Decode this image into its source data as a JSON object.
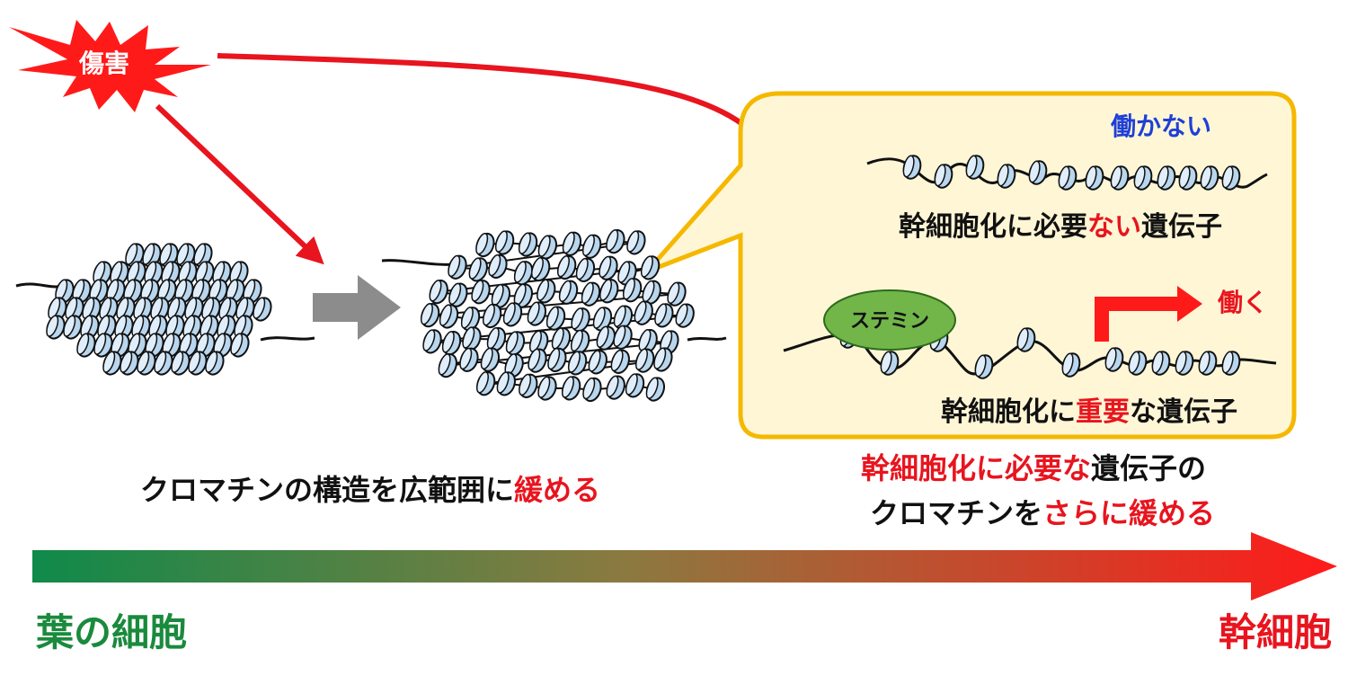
{
  "damage": {
    "label": "傷害"
  },
  "stemin": {
    "label": "ステミン"
  },
  "not_working": {
    "label": "働かない"
  },
  "working": {
    "label": "働く"
  },
  "gene_unneeded": {
    "part1": "幹細胞化に必要",
    "part2": "ない",
    "part3": "遺伝子"
  },
  "gene_important": {
    "part1": "幹細胞化に",
    "part2": "重要",
    "part3": "な遺伝子"
  },
  "loosen_wide": {
    "part1": "クロマチンの構造を広範囲に",
    "part2": "緩める"
  },
  "loosen_more": {
    "line1_part1": "幹細胞化に必要な",
    "line1_part2": "遺伝子の",
    "line2_part1": "クロマチンを",
    "line2_part2": "さらに緩める"
  },
  "axis": {
    "start_label": "葉の細胞",
    "end_label": "幹細胞"
  },
  "colors": {
    "red": "#e8141e",
    "blue": "#1f3fd6",
    "green": "#1a8a3c",
    "callout_fill": "#fff6d6",
    "callout_border": "#f5b800",
    "nucleosome": "#b8d6ee",
    "gray_arrow": "#8c8c8c",
    "stemin_fill": "#72b64a"
  }
}
